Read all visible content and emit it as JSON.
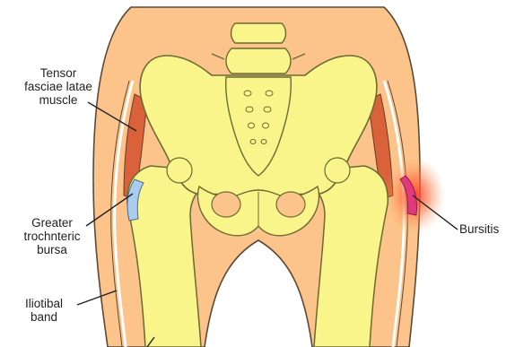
{
  "labels": {
    "tensor": "Tensor\nfasciae latae\nmuscle",
    "greater": "Greater\ntrochnteric\nbursa",
    "iliotibal": "Iliotibal\nband",
    "bursitis": "Bursitis"
  },
  "colors": {
    "skin": "#fcc48a",
    "skin_outline": "#5a4a3a",
    "bone": "#f9f58a",
    "bone_outline": "#6b6a35",
    "muscle": "#d9623a",
    "bursa_normal": "#a9ccf0",
    "bursa_inflamed": "#e03a7c",
    "inflammation": "#ff5a3c"
  },
  "icons": {
    "pelvis": "pelvis-bone",
    "sacrum": "sacrum-bone",
    "femur": "femur-bone"
  }
}
